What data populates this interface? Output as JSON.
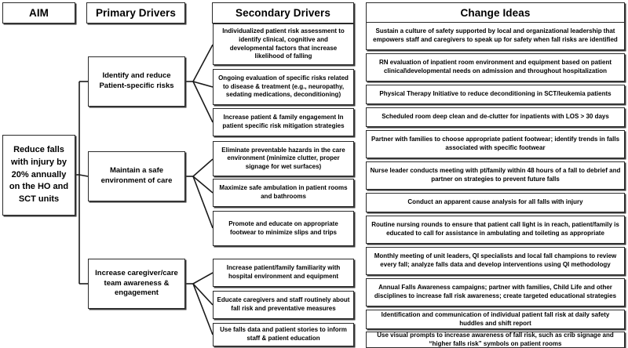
{
  "diagram": {
    "title": "Falls with injury reduction driver diagram",
    "columns": [
      {
        "id": "aim",
        "label": "AIM"
      },
      {
        "id": "primary",
        "label": "Primary Drivers"
      },
      {
        "id": "secondary",
        "label": "Secondary  Drivers"
      },
      {
        "id": "change",
        "label": "Change Ideas"
      }
    ],
    "aim": {
      "text": "Reduce falls with injury by 20% annually on the HO and SCT units"
    },
    "primary_drivers": [
      {
        "id": "pd1",
        "text": "Identify and reduce Patient-specific risks"
      },
      {
        "id": "pd2",
        "text": "Maintain a safe environment of care"
      },
      {
        "id": "pd3",
        "text": "Increase caregiver/care team awareness & engagement"
      }
    ],
    "secondary_drivers": [
      {
        "id": "sd1",
        "parent": "pd1",
        "text": "Individualized patient risk assessment to identify clinical, cognitive and developmental factors that increase likelihood of falling"
      },
      {
        "id": "sd2",
        "parent": "pd1",
        "text": "Ongoing evaluation of specific risks related to disease & treatment (e.g., neuropathy, sedating medications, deconditioning)"
      },
      {
        "id": "sd3",
        "parent": "pd1",
        "text": "Increase patient & family engagement In  patient specific risk mitigation strategies"
      },
      {
        "id": "sd4",
        "parent": "pd2",
        "text": "Eliminate preventable hazards in the care environment (minimize clutter, proper signage for wet surfaces)"
      },
      {
        "id": "sd5",
        "parent": "pd2",
        "text": "Maximize safe ambulation in patient rooms and bathrooms"
      },
      {
        "id": "sd6",
        "parent": "pd2",
        "text": "Promote and educate on appropriate  footwear to minimize slips and trips"
      },
      {
        "id": "sd7",
        "parent": "pd3",
        "text": "Increase patient/family familiarity with hospital environment and equipment"
      },
      {
        "id": "sd8",
        "parent": "pd3",
        "text": "Educate caregivers and staff routinely about fall risk and preventative measures"
      },
      {
        "id": "sd9",
        "parent": "pd3",
        "text": "Use falls data and patient stories to inform staff & patient education"
      }
    ],
    "change_ideas": [
      {
        "id": "ci1",
        "text": "Sustain a culture of safety supported by local and organizational leadership that empowers staff and caregivers to speak up for safety when fall risks are identified"
      },
      {
        "id": "ci2",
        "text": "RN evaluation of inpatient room environment and equipment based on patient clinical\\developmental needs on admission and throughout hospitalization"
      },
      {
        "id": "ci3",
        "text": "Physical Therapy Initiative to reduce deconditioning in SCT/leukemia patients"
      },
      {
        "id": "ci4",
        "text": "Scheduled room deep clean and de-clutter for inpatients with LOS > 30 days"
      },
      {
        "id": "ci5",
        "text": "Partner with families to choose appropriate patient footwear; identify trends in falls associated with specific footwear"
      },
      {
        "id": "ci6",
        "text": "Nurse leader conducts meeting with pt/family within 48 hours of a fall to debrief and partner on strategies to prevent future falls"
      },
      {
        "id": "ci7",
        "text": "Conduct an apparent cause analysis for all falls with injury"
      },
      {
        "id": "ci8",
        "text": "Routine nursing rounds to ensure that patient call light is in reach, patient/family is educated to call for assistance in ambulating and toileting as appropriate"
      },
      {
        "id": "ci9",
        "text": "Monthly meeting of unit leaders, QI specialists and local fall champions to review every fall; analyze falls data and develop interventions using QI methodology"
      },
      {
        "id": "ci10",
        "text": "Annual Falls Awareness campaigns; partner with families, Child Life and other disciplines to increase fall risk awareness; create targeted educational strategies"
      },
      {
        "id": "ci11",
        "text": "Identification and communication of individual patient fall risk at daily safety huddles and shift report"
      },
      {
        "id": "ci12",
        "text": "Use visual prompts to increase awareness of fall risk, such as crib signage and “higher falls risk” symbols on patient rooms"
      }
    ],
    "colors": {
      "border": "#2b2b2b",
      "shadow": "#3a3a3a",
      "background": "#ffffff",
      "text": "#000000",
      "connector": "#1a1a1a"
    }
  }
}
